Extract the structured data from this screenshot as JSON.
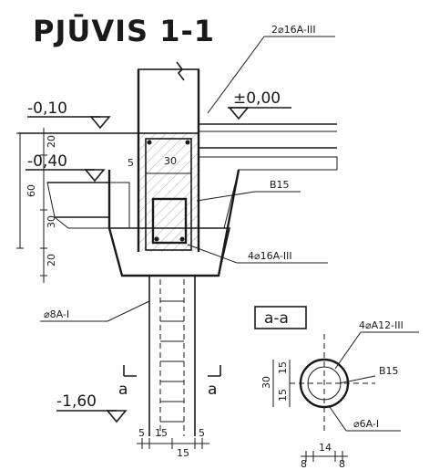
{
  "title": "PJŪVIS 1-1",
  "levels": {
    "l1": "-0,10",
    "l2": "±0,00",
    "l3": "-0,40",
    "l4": "-1,60"
  },
  "labels": {
    "top_rebar": "2⌀16A-III",
    "concrete": "B15",
    "bottom_rebar": "4⌀16A-III",
    "stirrup": "⌀8A-I",
    "section_mark": "a-a",
    "section_letter": "a",
    "pile_concrete": "B15",
    "pile_rebar": "4⌀A12-III",
    "pile_stirrup": "⌀6A-I"
  },
  "dims": {
    "d20": "20",
    "d30": "30",
    "d60": "60",
    "d30b": "30",
    "d20b": "20",
    "d5a": "5",
    "d15a": "15",
    "d15b": "15",
    "d5b": "5",
    "d30r": "30",
    "d15r1": "15",
    "d15r2": "15",
    "d8": "8",
    "d14": "14",
    "d8b": "8"
  }
}
